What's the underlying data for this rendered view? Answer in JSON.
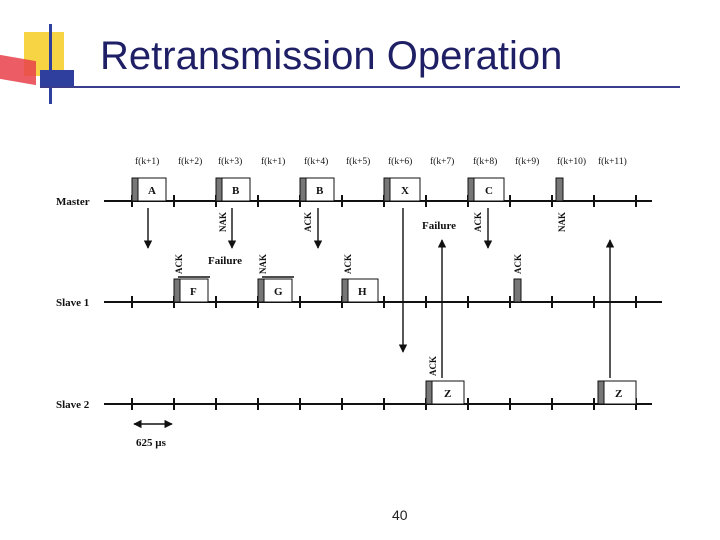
{
  "title": "Retransmission Operation",
  "page_number": "40",
  "colors": {
    "title": "#1f1f66",
    "accent_yellow": "#f6d443",
    "accent_red": "#e8404a",
    "accent_blue": "#2e3f9e"
  },
  "rows": [
    {
      "id": "master",
      "label": "Master"
    },
    {
      "id": "slave1",
      "label": "Slave 1"
    },
    {
      "id": "slave2",
      "label": "Slave 2"
    }
  ],
  "frequencies": [
    "f(k+1)",
    "f(k+2)",
    "f(k+3)",
    "f(k+1)",
    "f(k+4)",
    "f(k+5)",
    "f(k+6)",
    "f(k+7)",
    "f(k+8)",
    "f(k+9)",
    "f(k+10)",
    "f(k+11)"
  ],
  "packets": {
    "master_A": "A",
    "master_B1": "B",
    "master_B2": "B",
    "master_X": "X",
    "master_C": "C",
    "slave1_F": "F",
    "slave1_G": "G",
    "slave1_H": "H",
    "slave2_Z1": "Z",
    "slave2_Z2": "Z"
  },
  "annotations": {
    "nak": "NAK",
    "ack": "ACK",
    "failure": "Failure"
  },
  "slot_duration": "625 µs"
}
